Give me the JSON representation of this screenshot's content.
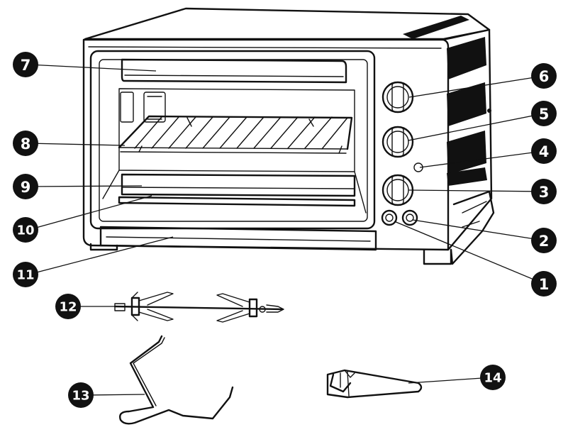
{
  "figure": {
    "subject": "Toaster oven with accessories",
    "parts": [
      {
        "id": "part-1",
        "number": "1"
      },
      {
        "id": "part-2",
        "number": "2"
      },
      {
        "id": "part-3",
        "number": "3"
      },
      {
        "id": "part-4",
        "number": "4"
      },
      {
        "id": "part-5",
        "number": "5"
      },
      {
        "id": "part-6",
        "number": "6"
      },
      {
        "id": "part-7",
        "number": "7"
      },
      {
        "id": "part-8",
        "number": "8"
      },
      {
        "id": "part-9",
        "number": "9"
      },
      {
        "id": "part-10",
        "number": "10"
      },
      {
        "id": "part-11",
        "number": "11"
      },
      {
        "id": "part-12",
        "number": "12"
      },
      {
        "id": "part-13",
        "number": "13"
      },
      {
        "id": "part-14",
        "number": "14"
      }
    ]
  }
}
